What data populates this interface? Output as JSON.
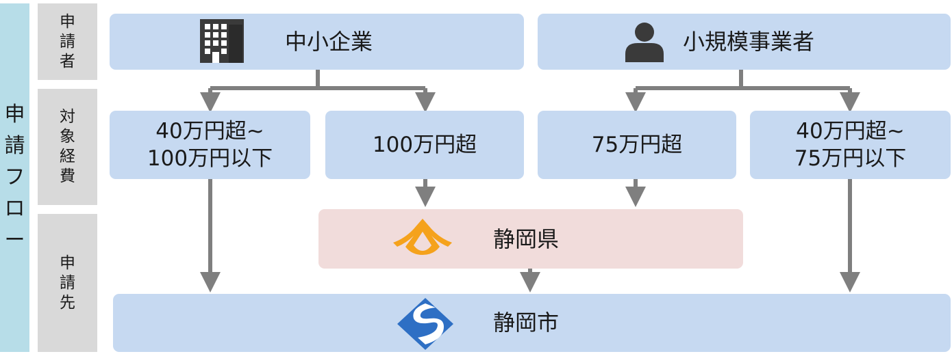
{
  "side_label": "申請フロー",
  "rows": {
    "applicant": "申請者",
    "expense": "対象経費",
    "destination": "申請先"
  },
  "applicants": {
    "sme": {
      "label": "中小企業",
      "icon": "office-building-icon"
    },
    "small_biz": {
      "label": "小規模事業者",
      "icon": "person-icon"
    }
  },
  "expenses": {
    "sme_low": [
      "40万円超~",
      "100万円以下"
    ],
    "sme_high": "100万円超",
    "small_high": "75万円超",
    "small_low": [
      "40万円超~",
      "75万円以下"
    ]
  },
  "destinations": {
    "prefecture": {
      "label": "静岡県",
      "icon": "shizuoka-prefecture-emblem-icon"
    },
    "city": {
      "label": "静岡市",
      "icon": "shizuoka-city-emblem-icon"
    }
  },
  "colors": {
    "box_blue": "#c6d9f1",
    "box_pink": "#f1dcdb",
    "side_bar": "#b7dde8",
    "row_label": "#d9d9d9",
    "arrow": "#7f7f7f",
    "prefecture_emblem": "#f5a21c",
    "city_emblem": "#2e6fc4"
  }
}
